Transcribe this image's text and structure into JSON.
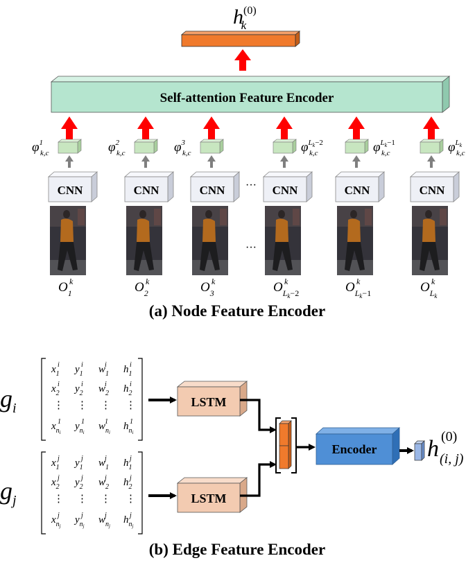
{
  "node": {
    "output_label": {
      "main": "h",
      "sup": "(0)",
      "sub": "k"
    },
    "attention_label": "Self-attention Feature Encoder",
    "cnn_label": "CNN",
    "ellipsis": "···",
    "columns": [
      {
        "phi_sup": "1",
        "phi_sub": "k,c",
        "o_sub": "1",
        "o_sup": "k"
      },
      {
        "phi_sup": "2",
        "phi_sub": "k,c",
        "o_sub": "2",
        "o_sup": "k"
      },
      {
        "phi_sup": "3",
        "phi_sub": "k,c",
        "o_sub": "3",
        "o_sup": "k"
      },
      {
        "phi_sup": "L",
        "phi_sup_sub": "k",
        "phi_sup_tail": "−2",
        "phi_sub": "k,c",
        "o_sub": "L",
        "o_sub_sub": "k",
        "o_sub_tail": "−2",
        "o_sup": "k"
      },
      {
        "phi_sup": "L",
        "phi_sup_sub": "k",
        "phi_sup_tail": "−1",
        "phi_sub": "k,c",
        "o_sub": "L",
        "o_sub_sub": "k",
        "o_sub_tail": "−1",
        "o_sup": "k"
      },
      {
        "phi_sup": "L",
        "phi_sup_sub": "k",
        "phi_sup_tail": "",
        "phi_sub": "k,c",
        "o_sub": "L",
        "o_sub_sub": "k",
        "o_sub_tail": "",
        "o_sup": "k"
      }
    ],
    "phi_symbol": "φ",
    "o_symbol": "O",
    "caption": "(a) Node Feature Encoder"
  },
  "edge": {
    "g_i": {
      "main": "g",
      "sub": "i"
    },
    "g_j": {
      "main": "g",
      "sub": "j"
    },
    "matrix_i": [
      [
        "x|1|i",
        "y|1|i",
        "w|1|i",
        "h|1|i"
      ],
      [
        "x|2|i",
        "y|2|i",
        "w|2|i",
        "h|2|i"
      ],
      [
        "⋮",
        "⋮",
        "⋮",
        "⋮"
      ],
      [
        "x|n_i|1",
        "y|n_i|1",
        "w|n_i|1",
        "h|n_i|1"
      ]
    ],
    "matrix_j": [
      [
        "x|1|j",
        "y|1|j",
        "w|1|j",
        "h|1|j"
      ],
      [
        "x|2|j",
        "y|2|j",
        "w|2|j",
        "h|2|j"
      ],
      [
        "⋮",
        "⋮",
        "⋮",
        "⋮"
      ],
      [
        "x|n_j|j",
        "y|n_j|j",
        "w|n_j|j",
        "h|n_j|j"
      ]
    ],
    "lstm_label": "LSTM",
    "encoder_label": "Encoder",
    "output_label": {
      "main": "h",
      "sup": "(0)",
      "sub": "(i, j)"
    },
    "caption": "(b) Edge Feature Encoder"
  },
  "colors": {
    "orange": "#f07a2c",
    "teal": "#b5e5cf",
    "green_small": "#c8e6c0",
    "cnn_box": "#eef0f6",
    "lstm": "#f3cbb1",
    "encoder": "#4f8fd6",
    "small_blue": "#9ab7e6",
    "red_arrow": "#ff0000",
    "gray_arrow": "#7f7f7f"
  }
}
